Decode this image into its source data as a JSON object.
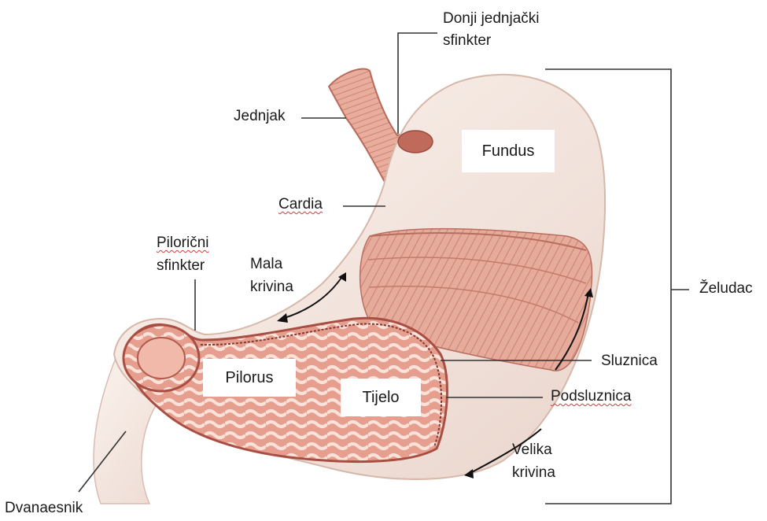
{
  "labels": {
    "lower_sphincter_line1": "Donji jednjački",
    "lower_sphincter_line2": "sfinkter",
    "esophagus": "Jednjak",
    "cardia": "Cardia",
    "pyloric_sphincter_line1": "Pilorični",
    "pyloric_sphincter_line2": "sfinkter",
    "lesser_curvature_line1": "Mala",
    "lesser_curvature_line2": "krivina",
    "stomach": "Želudac",
    "mucosa": "Sluznica",
    "submucosa": "Podsluznica",
    "greater_curvature_line1": "Velika",
    "greater_curvature_line2": "krivina",
    "duodenum": "Dvanaesnik"
  },
  "regions": {
    "fundus": "Fundus",
    "pylorus": "Pilorus",
    "body": "Tijelo"
  },
  "colors": {
    "outer_wall": "#f3e6df",
    "muscle": "#e6a796",
    "muscle_stripe": "#c97d6c",
    "mucosa": "#e9a99a",
    "mucosa_fold": "#f7ddd4",
    "inner_edge": "#b3564a",
    "leader_line": "#333333"
  }
}
